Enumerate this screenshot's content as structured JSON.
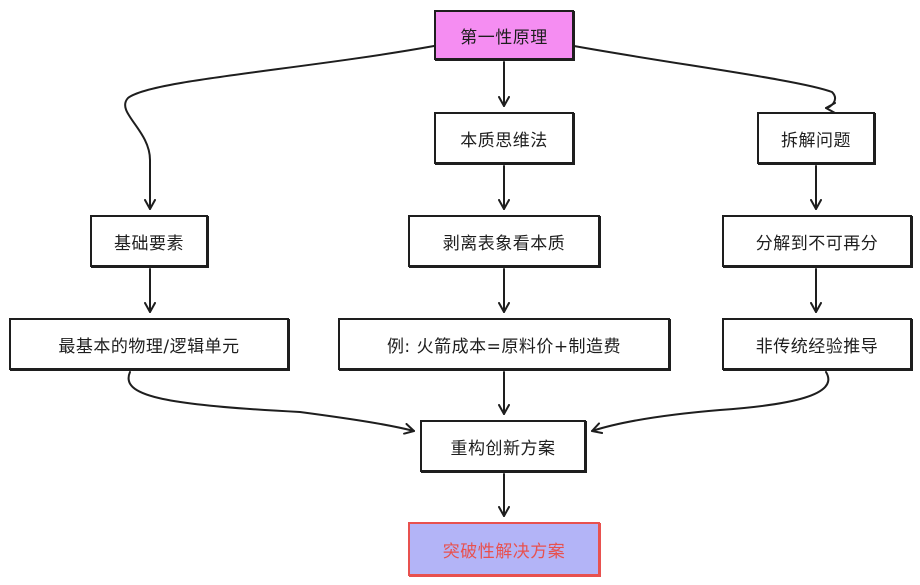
{
  "nodes": {
    "root": "第一性原理",
    "essence_thinking": "本质思维法",
    "decompose_problem": "拆解问题",
    "basic_elements": "基础要素",
    "strip_appearance": "剥离表象看本质",
    "decompose_irreducible": "分解到不可再分",
    "basic_units": "最基本的物理/逻辑单元",
    "rocket_example": "例: 火箭成本=原料价+制造费",
    "non_traditional": "非传统经验推导",
    "reconstruct": "重构创新方案",
    "breakthrough": "突破性解决方案"
  },
  "colors": {
    "root_fill": "#f58df2",
    "result_fill": "#b3b4f7",
    "result_stroke": "#e8514f",
    "stroke": "#1e1e1e"
  },
  "edges": [
    [
      "root",
      "essence_thinking"
    ],
    [
      "root",
      "basic_elements"
    ],
    [
      "root",
      "decompose_problem"
    ],
    [
      "essence_thinking",
      "strip_appearance"
    ],
    [
      "decompose_problem",
      "decompose_irreducible"
    ],
    [
      "basic_elements",
      "basic_units"
    ],
    [
      "strip_appearance",
      "rocket_example"
    ],
    [
      "decompose_irreducible",
      "non_traditional"
    ],
    [
      "basic_units",
      "reconstruct"
    ],
    [
      "rocket_example",
      "reconstruct"
    ],
    [
      "non_traditional",
      "reconstruct"
    ],
    [
      "reconstruct",
      "breakthrough"
    ]
  ]
}
